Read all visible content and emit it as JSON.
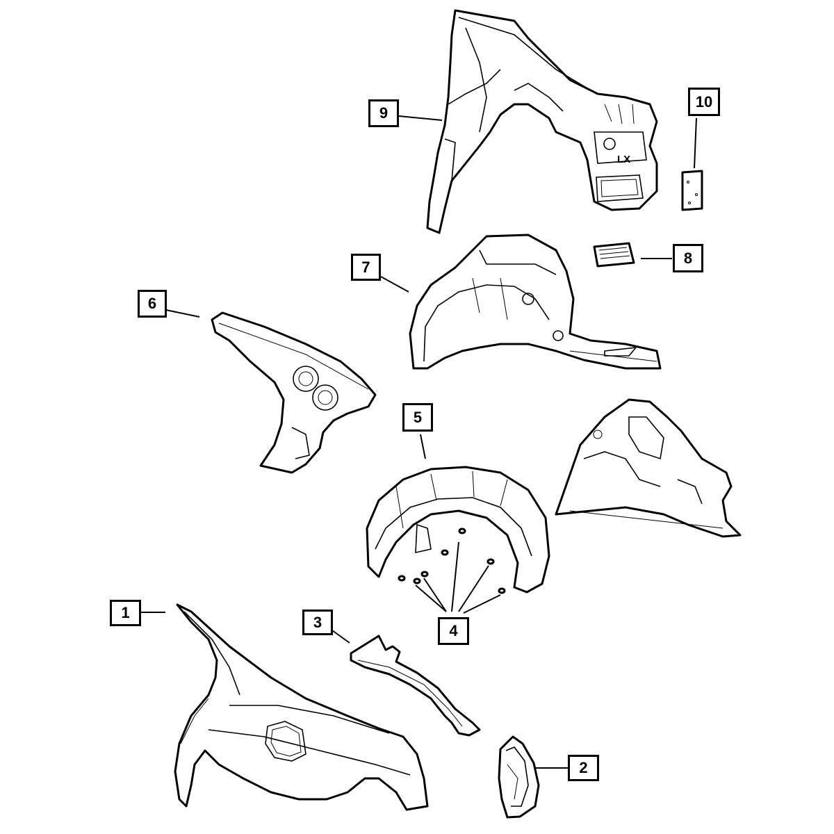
{
  "diagram": {
    "callouts": [
      {
        "id": "1",
        "label": "1"
      },
      {
        "id": "2",
        "label": "2"
      },
      {
        "id": "3",
        "label": "3"
      },
      {
        "id": "4",
        "label": "4"
      },
      {
        "id": "5",
        "label": "5"
      },
      {
        "id": "6",
        "label": "6"
      },
      {
        "id": "7",
        "label": "7"
      },
      {
        "id": "8",
        "label": "8"
      },
      {
        "id": "9",
        "label": "9"
      },
      {
        "id": "10",
        "label": "10"
      }
    ],
    "part_marking": "LX"
  }
}
